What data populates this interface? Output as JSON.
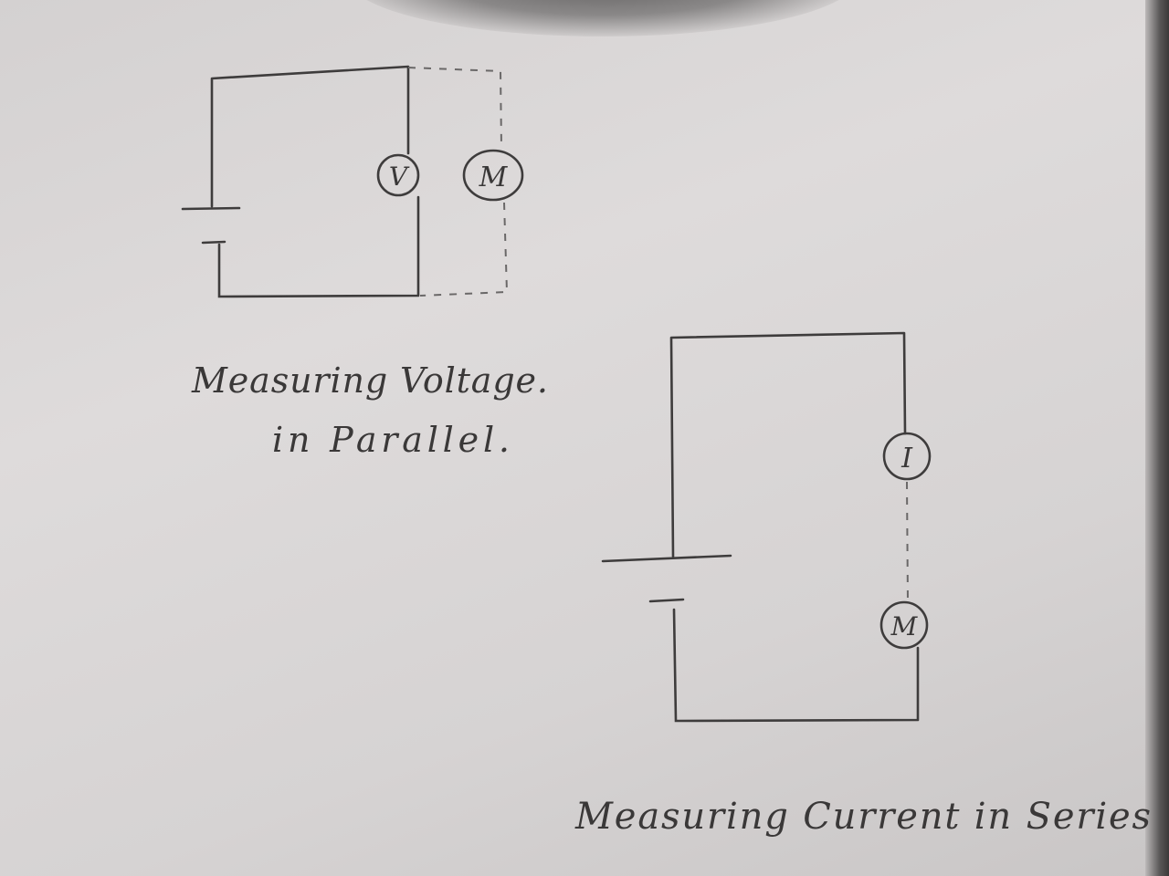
{
  "parallel_circuit": {
    "meter_label": "V",
    "motor_label": "M",
    "caption_line1": "Measuring Voltage.",
    "caption_line2": "in Parallel."
  },
  "series_circuit": {
    "meter_label": "I",
    "motor_label": "M",
    "caption": "Measuring Current in Series"
  }
}
